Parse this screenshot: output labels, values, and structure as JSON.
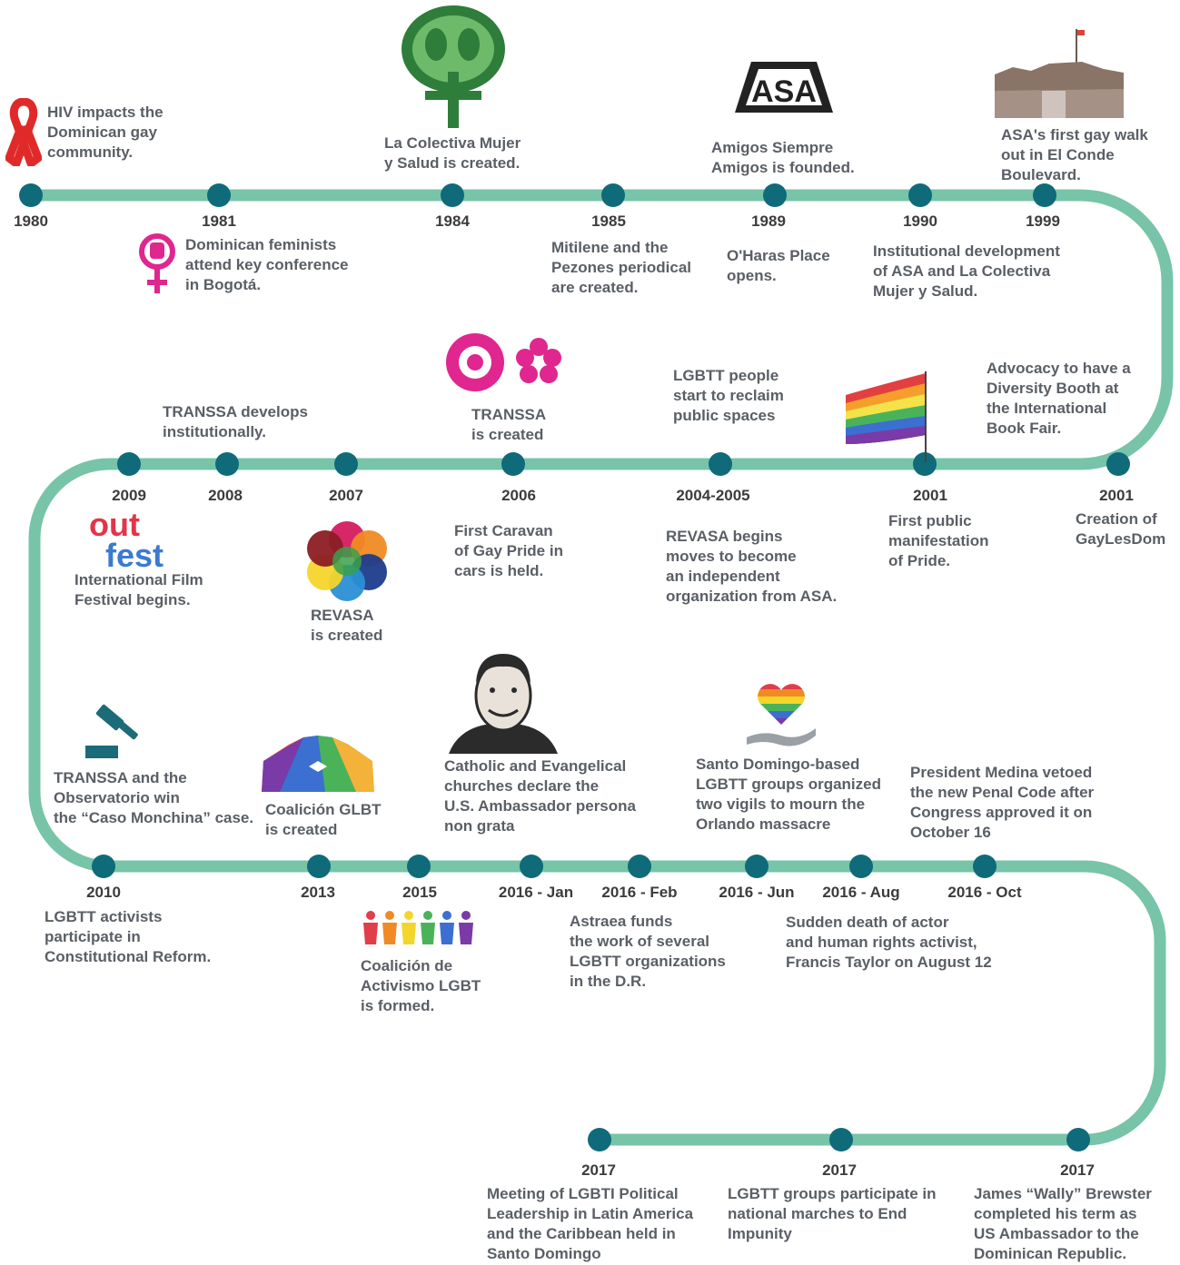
{
  "colors": {
    "track": "#77c4a8",
    "node": "#0f6b7a",
    "text": "#5a5f66",
    "year": "#3c3c3c"
  },
  "events": [
    {
      "year": "1980",
      "text": "HIV impacts the\nDominican gay\ncommunity.",
      "icon": "red-ribbon-icon"
    },
    {
      "year": "1981",
      "text": "Dominican feminists\nattend key conference\nin Bogotá.",
      "icon": "feminist-symbol-icon"
    },
    {
      "year": "1984",
      "text": "La Colectiva Mujer\ny Salud is created.",
      "icon": "colectiva-tree-logo-icon"
    },
    {
      "year": "1985",
      "text": "Mitilene and the\nPezones periodical\nare created."
    },
    {
      "year": "1989",
      "text": "Amigos Siempre\nAmigos is founded.",
      "icon": "asa-logo-icon",
      "logo_text": "ASA"
    },
    {
      "year": "1989",
      "text": "O'Haras Place\nopens."
    },
    {
      "year": "1990",
      "text": "Institutional development\nof ASA and La Colectiva\nMujer y Salud."
    },
    {
      "year": "1999",
      "text": "ASA's first gay walk\nout in El Conde\nBoulevard.",
      "icon": "fortress-photo-icon"
    },
    {
      "year": "2001",
      "text": "Advocacy to have a\nDiversity Booth at\nthe International\nBook Fair."
    },
    {
      "year": "2001",
      "text": "Creation of\nGayLesDom"
    },
    {
      "year": "2001",
      "text": "First public\nmanifestation\nof Pride.",
      "icon": "rainbow-flag-icon"
    },
    {
      "year": "2004-2005",
      "text": "REVASA begins\nmoves to become\nan independent\norganization from ASA."
    },
    {
      "year": "2004-2005",
      "text": "LGBTT people\nstart to reclaim\npublic spaces"
    },
    {
      "year": "2006",
      "text": "TRANSSA\nis created",
      "icon": "transsa-flowers-logo-icon"
    },
    {
      "year": "2006",
      "text": "First Caravan\nof Gay Pride in\ncars is held."
    },
    {
      "year": "2007",
      "text": "REVASA\nis created",
      "icon": "revasa-circles-logo-icon"
    },
    {
      "year": "2008",
      "text": "TRANSSA develops\ninstitutionally."
    },
    {
      "year": "2009",
      "text": "International Film\nFestival begins.",
      "icon": "outfest-logo-icon",
      "logo_text": [
        "out",
        "fest"
      ]
    },
    {
      "year": "2010",
      "text": "TRANSSA and the\nObservatorio win\nthe “Caso Monchina” case.",
      "icon": "gavel-icon"
    },
    {
      "year": "2010",
      "text": "LGBTT activists\nparticipate in\nConstitutional Reform."
    },
    {
      "year": "2013",
      "text": "Coalición GLBT\nis created",
      "icon": "rainbow-umbrella-icon"
    },
    {
      "year": "2015",
      "text": "Coalición de\nActivismo LGBT\nis formed.",
      "icon": "rainbow-people-icon"
    },
    {
      "year": "2016 - Jan",
      "text": "Catholic and Evangelical\nchurches declare the\nU.S. Ambassador persona\nnon grata",
      "icon": "ambassador-portrait-icon"
    },
    {
      "year": "2016 - Feb",
      "text": "Astraea funds\nthe work of several\nLGBTT organizations\nin the D.R."
    },
    {
      "year": "2016 - Jun",
      "text": "Santo Domingo-based\nLGBTT groups organized\ntwo vigils to mourn the\nOrlando massacre",
      "icon": "rainbow-heart-hand-icon"
    },
    {
      "year": "2016 - Aug",
      "text": "Sudden death of actor\nand human rights activist,\nFrancis Taylor on August 12"
    },
    {
      "year": "2016 - Oct",
      "text": "President Medina vetoed\nthe new Penal Code after\nCongress approved it on\nOctober 16"
    },
    {
      "year": "2017",
      "text": "Meeting of LGBTI Political\nLeadership in Latin America\nand the Caribbean held in\nSanto Domingo"
    },
    {
      "year": "2017",
      "text": "LGBTT groups participate in\nnational marches to End\nImpunity"
    },
    {
      "year": "2017",
      "text": "James “Wally” Brewster\ncompleted his term as\nUS Ambassador to the\nDominican Republic."
    }
  ]
}
